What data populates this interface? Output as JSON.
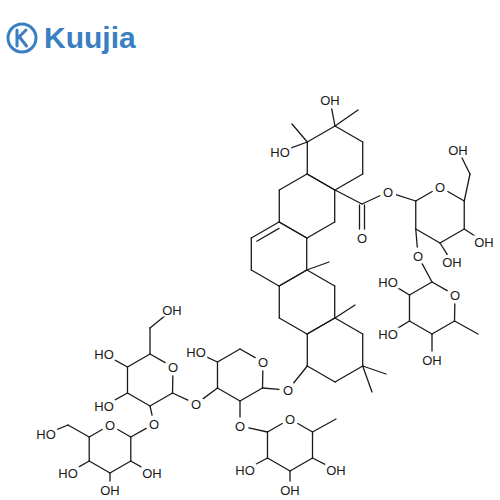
{
  "diagram": {
    "labels": [
      "Kuujia",
      "OH",
      "OH",
      "HO",
      "O",
      "O",
      "O",
      "OH",
      "O",
      "OH",
      "HO",
      "O",
      "OH",
      "HO",
      "HO",
      "HO",
      "OH",
      "O",
      "O",
      "O",
      "O",
      "HO",
      "O",
      "O",
      "O",
      "O",
      "HO",
      "HO",
      "OH",
      "OH",
      "HO",
      "OH",
      "OH"
    ]
  }
}
